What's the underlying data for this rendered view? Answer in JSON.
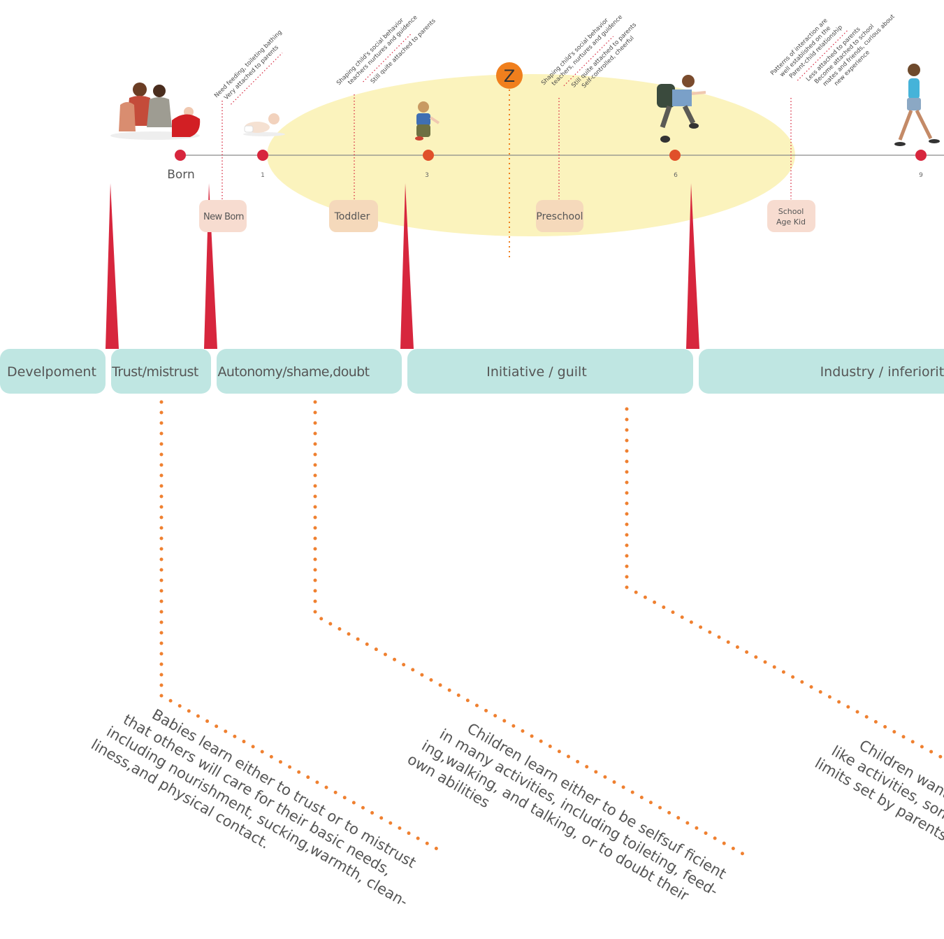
{
  "timeline": {
    "ages": [
      "Born",
      "1",
      "3",
      "6",
      "9"
    ],
    "marker_label": "Z"
  },
  "age_labels": [
    {
      "label": "New Born"
    },
    {
      "label": "Toddler"
    },
    {
      "label": "Preschool"
    },
    {
      "label": [
        "School",
        "Age Kid"
      ]
    }
  ],
  "annotations": [
    {
      "lines": [
        "Need feeding, toileting bathing",
        "Very attached to parents"
      ]
    },
    {
      "lines": [
        "Shaping child's social behavior",
        "teachers nurtures and guidence",
        "Still quite  attached to parents"
      ]
    },
    {
      "lines": [
        "Shaping child's social behavior",
        "teachers, nurtures and guidence",
        "Still quite  attached to parents",
        "Self-controlled, cheerful"
      ]
    },
    {
      "lines": [
        "Patterns of interaction are",
        "well established on the",
        "Parent-child relationship",
        "Less attached to parents",
        "Become attached to school",
        "mates and friends, curious about",
        "new experience"
      ]
    }
  ],
  "stages": [
    {
      "label": "Develpoment"
    },
    {
      "label": "Trust/mistrust"
    },
    {
      "label": "Autonomy/shame,doubt"
    },
    {
      "label": "Initiative / guilt"
    },
    {
      "label": "Industry / inferiority"
    }
  ],
  "descriptions": [
    {
      "lines": [
        "Babies learn either to trust or to mistrust",
        "that others will care for their basic needs,",
        "including nourishment, sucking,warmth, clean-",
        "liness,and physical contact."
      ]
    },
    {
      "lines": [
        "Children learn either to be selfsuf   ficient",
        "in many activities, including toileting, feed-",
        "ing,walking, and talking, or to doubt their",
        "own abilities"
      ]
    },
    {
      "lines": [
        "Children want to undertake many adult-",
        "like activities, sometimes overstepping the",
        "limits set by parents and feel guilty."
      ]
    }
  ],
  "colors": {
    "timeline_line": "#8a8a8a",
    "dot_red": "#d7263d",
    "dot_orange": "#e0502a",
    "highlight": "#fbf3bd",
    "marker": "#f07f1d",
    "tag_fill": "#f7dcd0",
    "tag_fill_mid": "#f5d9bb",
    "spike": "#d7263d",
    "stage_fill": "#bfe6e2",
    "connector": "#ef8030",
    "annotation_line": "#d7263d"
  },
  "icons": [
    "family-photo",
    "crawling-baby-photo",
    "toddler-photo",
    "schoolboy-photo",
    "walking-girl-photo"
  ]
}
